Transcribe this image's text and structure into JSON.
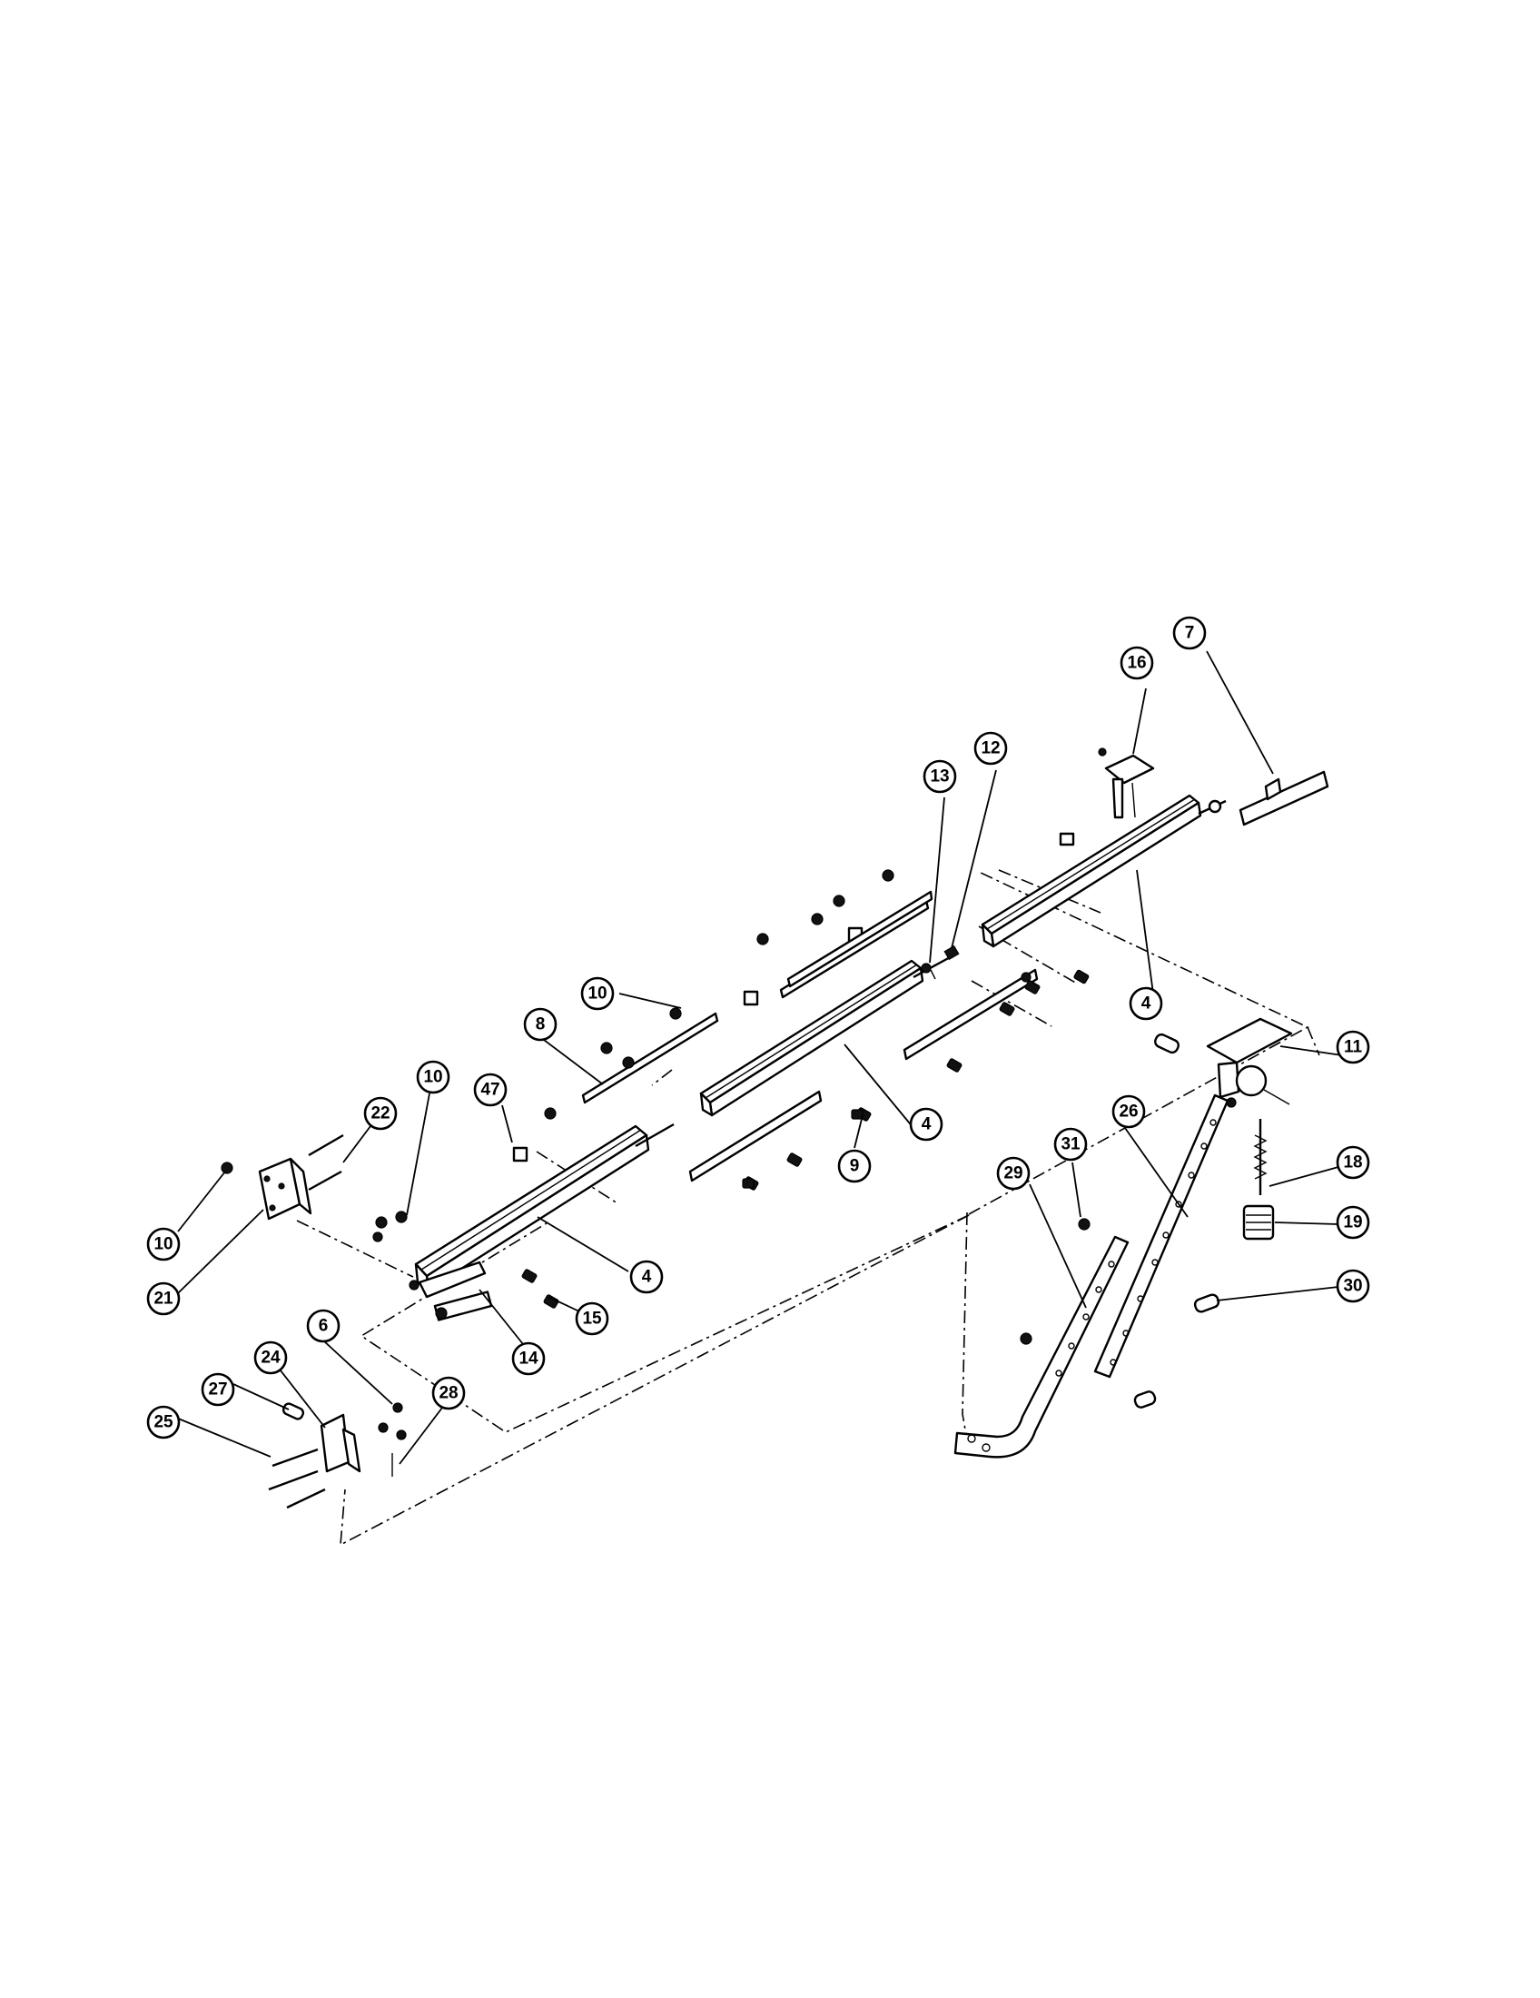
{
  "diagram": {
    "colors": {
      "ink": "#000000",
      "paper": "#ffffff"
    },
    "callouts": [
      {
        "id": "c7",
        "label": "7"
      },
      {
        "id": "c16",
        "label": "16"
      },
      {
        "id": "c12",
        "label": "12"
      },
      {
        "id": "c13",
        "label": "13"
      },
      {
        "id": "c4a",
        "label": "4"
      },
      {
        "id": "c11",
        "label": "11"
      },
      {
        "id": "c10a",
        "label": "10"
      },
      {
        "id": "c8",
        "label": "8"
      },
      {
        "id": "c47",
        "label": "47"
      },
      {
        "id": "c4b",
        "label": "4"
      },
      {
        "id": "c9",
        "label": "9"
      },
      {
        "id": "c26",
        "label": "26"
      },
      {
        "id": "c10b",
        "label": "10"
      },
      {
        "id": "c22",
        "label": "22"
      },
      {
        "id": "c31",
        "label": "31"
      },
      {
        "id": "c29",
        "label": "29"
      },
      {
        "id": "c18",
        "label": "18"
      },
      {
        "id": "c19",
        "label": "19"
      },
      {
        "id": "c10c",
        "label": "10"
      },
      {
        "id": "c4c",
        "label": "4"
      },
      {
        "id": "c30",
        "label": "30"
      },
      {
        "id": "c21",
        "label": "21"
      },
      {
        "id": "c15",
        "label": "15"
      },
      {
        "id": "c6",
        "label": "6"
      },
      {
        "id": "c14",
        "label": "14"
      },
      {
        "id": "c24",
        "label": "24"
      },
      {
        "id": "c27",
        "label": "27"
      },
      {
        "id": "c28",
        "label": "28"
      },
      {
        "id": "c25",
        "label": "25"
      }
    ]
  }
}
